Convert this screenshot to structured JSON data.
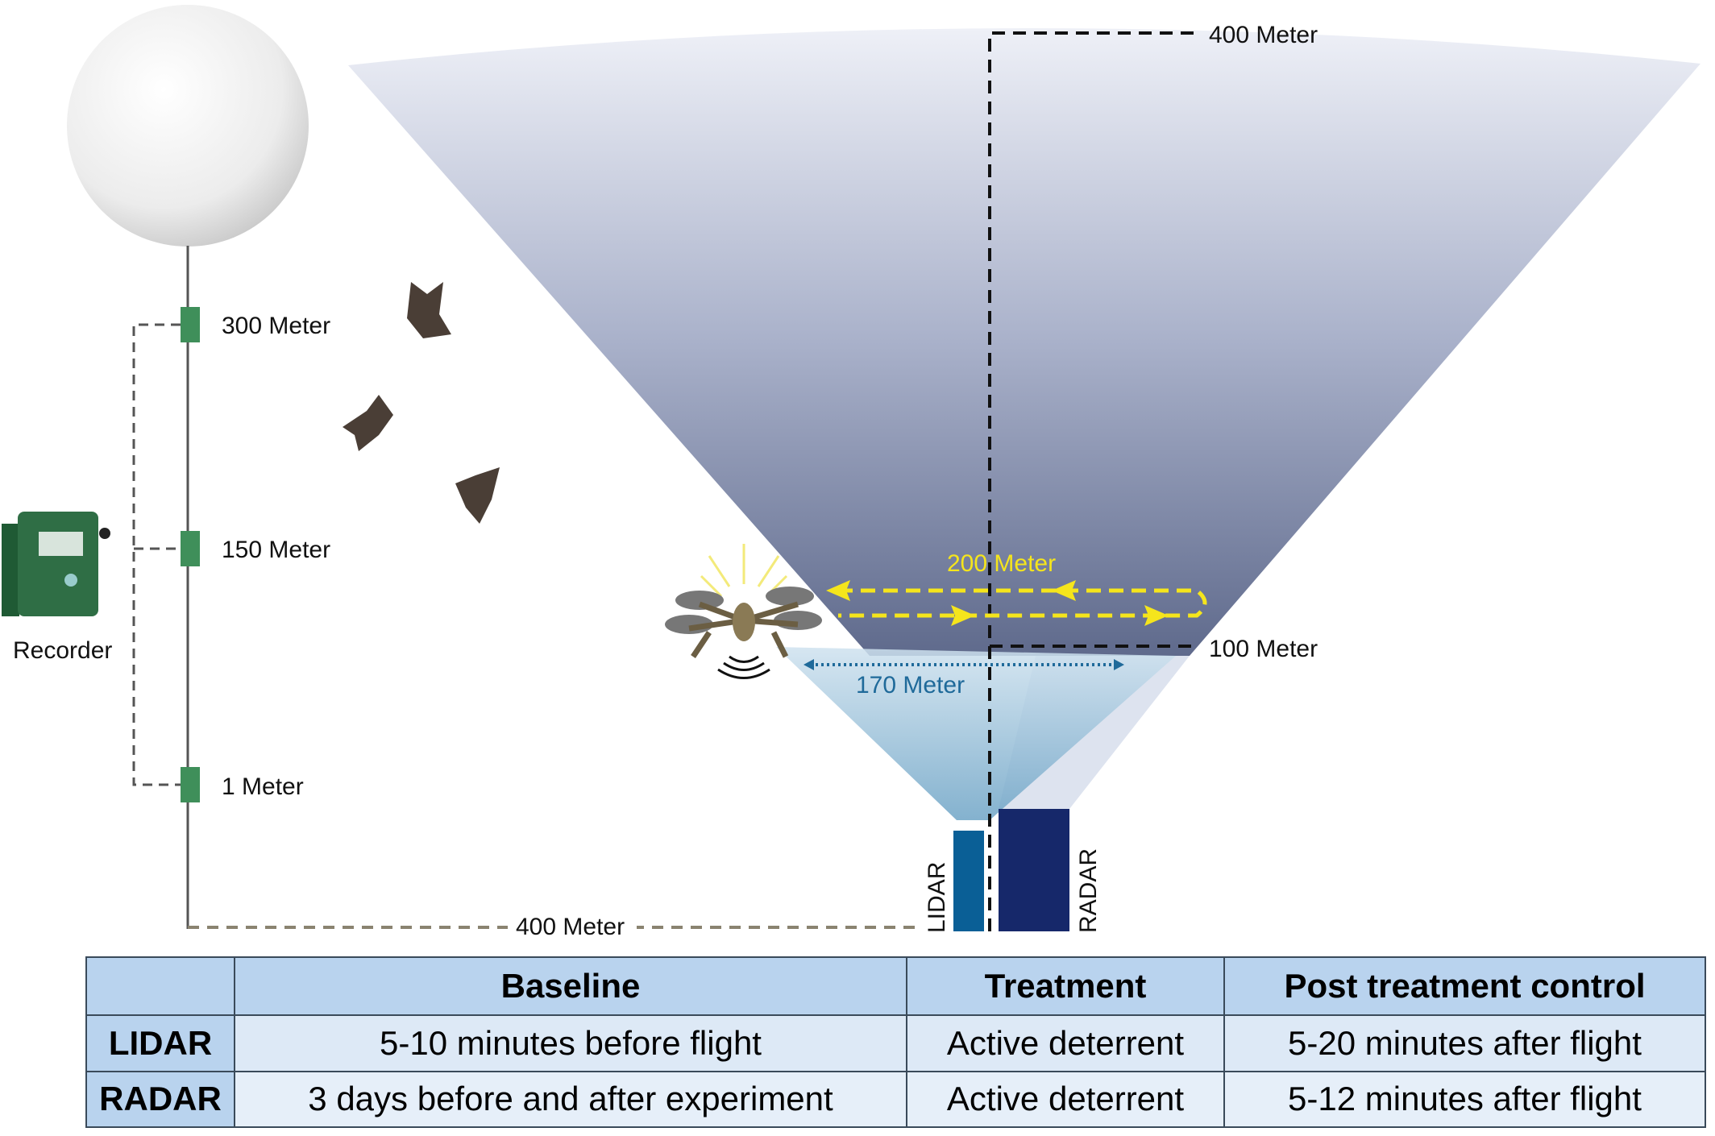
{
  "diagram": {
    "balloon_labels": [
      "300 Meter",
      "150 Meter",
      "1 Meter"
    ],
    "recorder_label": "Recorder",
    "ground_distance_label": "400 Meter",
    "cone_top_label": "400 Meter",
    "cone_bottom_label": "100 Meter",
    "flight_width_label": "200 Meter",
    "lidar_width_label": "170 Meter",
    "lidar_label": "LIDAR",
    "radar_label": "RADAR",
    "colors": {
      "yellow": "#f5e51c",
      "lidar": "#0a5f96",
      "radar": "#16286a",
      "cone_dark": "#6f7b9a"
    }
  },
  "table": {
    "headers": [
      "",
      "Baseline",
      "Treatment",
      "Post treatment control"
    ],
    "rows": [
      [
        "LIDAR",
        "5-10 minutes before flight",
        "Active deterrent",
        "5-20 minutes after flight"
      ],
      [
        "RADAR",
        "3 days before and after experiment",
        "Active deterrent",
        "5-12 minutes after flight"
      ]
    ]
  }
}
